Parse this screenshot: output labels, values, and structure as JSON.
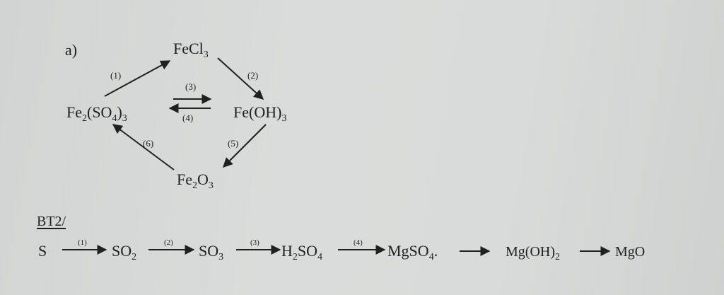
{
  "diagram": {
    "part_label": "a)",
    "nodes": {
      "fecl3": {
        "main": "FeCl",
        "sub": "3"
      },
      "fe2so43": {
        "p1": "Fe",
        "s1": "2",
        "p2": "(SO",
        "s2": "4",
        "p3": ")",
        "s3": "3"
      },
      "feoh3": {
        "main": "Fe(OH)",
        "sub": "3"
      },
      "fe2o3": {
        "p1": "Fe",
        "s1": "2",
        "p2": "O",
        "s2": "3"
      }
    },
    "step_labels": [
      "(1)",
      "(2)",
      "(3)",
      "(4)",
      "(5)",
      "(6)"
    ]
  },
  "exercise2": {
    "title": "BT2/",
    "chain": {
      "s": "S",
      "so2": {
        "main": "SO",
        "sub": "2"
      },
      "so3": {
        "main": "SO",
        "sub": "3"
      },
      "h2so4": {
        "p1": "H",
        "s1": "2",
        "p2": "SO",
        "s2": "4"
      },
      "mgso4": {
        "main": "MgSO",
        "sub": "4",
        "tail": "."
      },
      "mgoh2": {
        "main": "Mg(OH)",
        "sub": "2"
      },
      "mgo": "MgO",
      "step_labels": [
        "(1)",
        "(2)",
        "(3)",
        "(4)"
      ]
    }
  }
}
